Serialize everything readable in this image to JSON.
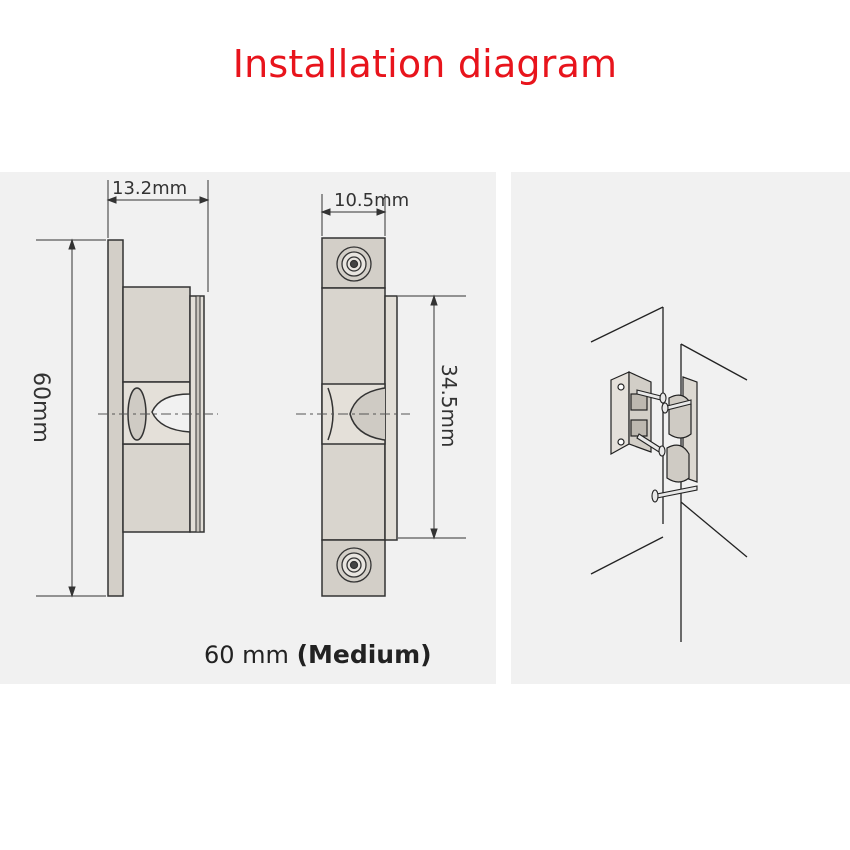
{
  "title": "Installation diagram",
  "dimensions": {
    "side_width": "13.2mm",
    "front_width": "10.5mm",
    "height": "60mm",
    "hole_spacing": "34.5mm"
  },
  "caption": {
    "size": "60 mm",
    "variant": "(Medium)"
  },
  "colors": {
    "title": "#e8141c",
    "panel": "#f1f1f1",
    "part_fill": "#d9d5ce",
    "line": "#333333"
  }
}
